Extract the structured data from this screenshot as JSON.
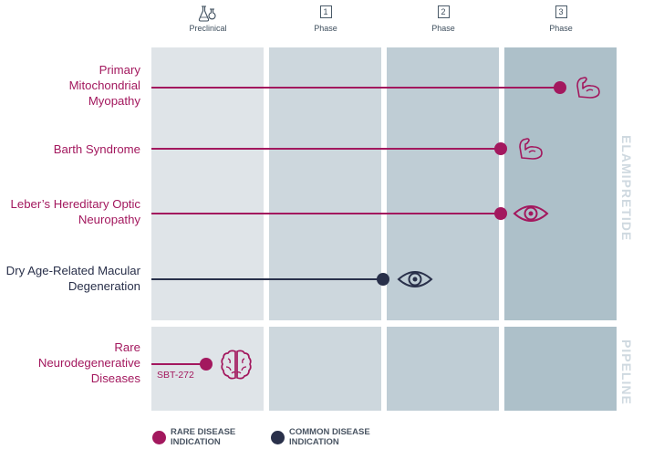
{
  "header": {
    "columns": [
      {
        "number": "",
        "label": "Preclinical",
        "icon": "flask-icon"
      },
      {
        "number": "1",
        "label": "Phase"
      },
      {
        "number": "2",
        "label": "Phase"
      },
      {
        "number": "3",
        "label": "Phase"
      }
    ]
  },
  "sections": {
    "top": "ELAMIPRETIDE",
    "bottom": "PIPELINE"
  },
  "rows": [
    {
      "label": "Primary Mitochondrial Myopathy",
      "type": "rare",
      "icon": "muscle-arm-icon"
    },
    {
      "label": "Barth Syndrome",
      "type": "rare",
      "icon": "muscle-arm-icon"
    },
    {
      "label": "Leber’s Hereditary Optic Neuropathy",
      "type": "rare",
      "icon": "eye-icon"
    },
    {
      "label": "Dry Age-Related Macular Degeneration",
      "type": "common",
      "icon": "eye-icon"
    },
    {
      "label": "Rare Neurodegenerative Diseases",
      "type": "rare",
      "icon": "brain-icon",
      "compound": "SBT-272"
    }
  ],
  "legend": [
    {
      "label": "RARE DISEASE INDICATION",
      "color": "#a3185e"
    },
    {
      "label": "COMMON DISEASE INDICATION",
      "color": "#29304a"
    }
  ],
  "colors": {
    "rare": "#a3185e",
    "common": "#29304a",
    "preclinical": "#dfe4e8",
    "phase1": "#cdd7dd",
    "phase2": "#bfcdd5",
    "phase3": "#adc0c9"
  }
}
